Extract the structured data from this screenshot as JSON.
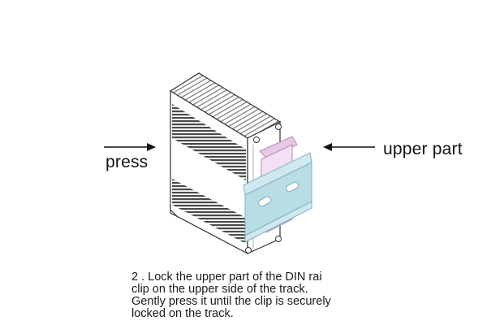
{
  "labels": {
    "press": "press",
    "upper_part": "upper part"
  },
  "caption": {
    "lines": [
      "2 . Lock the upper part of the DIN rai",
      "clip on the upper side of the track.",
      "Gently press it until the clip is securely",
      "locked on the track."
    ]
  },
  "colors": {
    "line": "#333333",
    "fin_dark": "#555555",
    "din_rail": "#b8dde6",
    "din_clip": "#e7c9e6",
    "background": "#ffffff"
  }
}
